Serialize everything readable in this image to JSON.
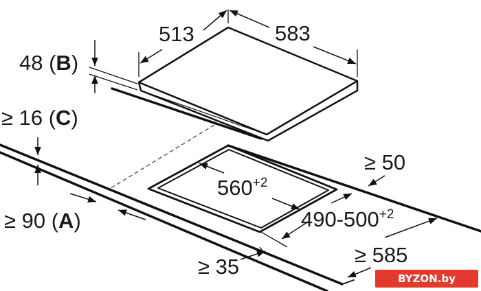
{
  "labels": {
    "cooktop_depth": "513",
    "cooktop_width": "583",
    "cooktop_height": "48",
    "cooktop_height_key": "B",
    "worktop_thickness": "≥ 16",
    "worktop_thickness_key": "C",
    "front_distance": "≥ 90",
    "front_distance_key": "A",
    "rear_distance": "≥ 50",
    "cutout_width": "560",
    "cutout_width_tol": "+2",
    "cutout_depth": "490-500",
    "cutout_depth_tol": "+2",
    "side_distance": "≥ 35",
    "worktop_depth": "≥ 585"
  },
  "watermark": {
    "text": "BYZON.by",
    "color": "#e23b2e"
  }
}
